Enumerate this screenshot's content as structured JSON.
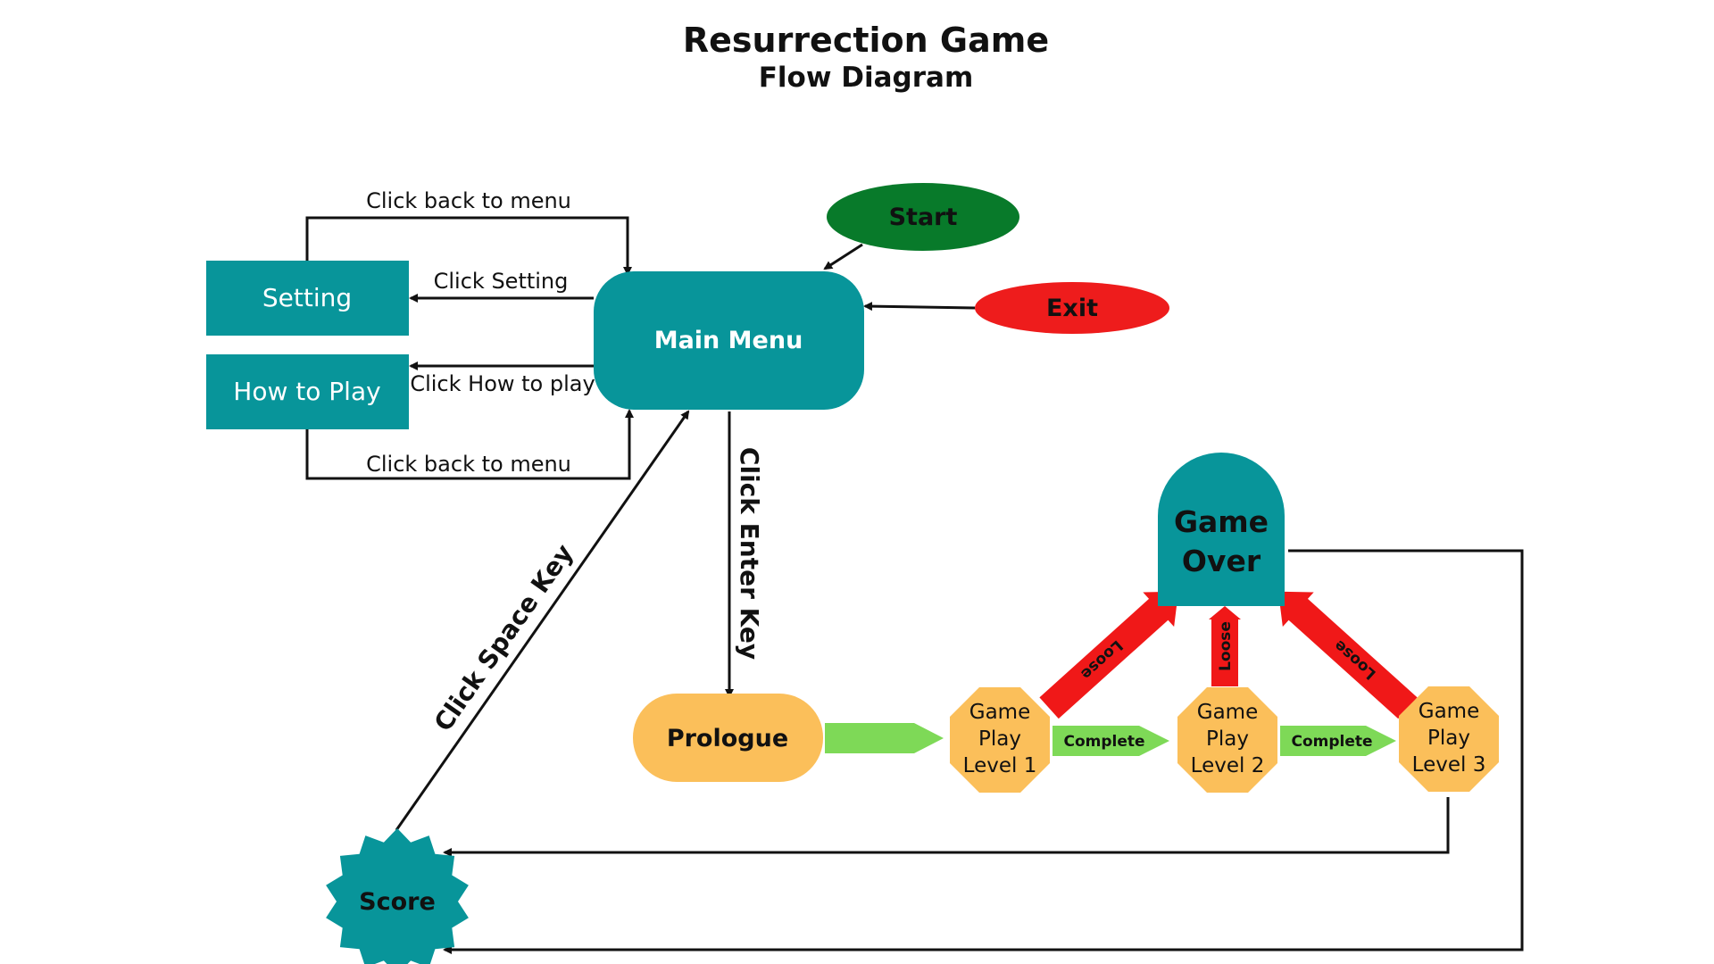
{
  "title": "Resurrection Game",
  "subtitle": "Flow Diagram",
  "colors": {
    "teal": "#08959A",
    "start_green": "#087A2A",
    "exit_red": "#EE1C1C",
    "orange": "#FBBF5A",
    "arrow_green": "#7ED957",
    "lose_red": "#F01818"
  },
  "nodes": {
    "start": "Start",
    "exit": "Exit",
    "main_menu": "Main Menu",
    "setting": "Setting",
    "how_to_play": "How to Play",
    "prologue": "Prologue",
    "game_over_line1": "Game",
    "game_over_line2": "Over",
    "score": "Score",
    "level1": [
      "Game",
      "Play",
      "Level 1"
    ],
    "level2": [
      "Game",
      "Play",
      "Level 2"
    ],
    "level3": [
      "Game",
      "Play",
      "Level 3"
    ]
  },
  "edges": {
    "back_to_menu_top": "Click back to menu",
    "click_setting": "Click Setting",
    "click_how_to_play": "Click How to play",
    "back_to_menu_bottom": "Click back to menu",
    "click_enter_key": "Click Enter Key",
    "click_space_key": "Click Space Key",
    "complete_1": "Complete",
    "complete_2": "Complete",
    "loose_1": "Loose",
    "loose_2": "Loose",
    "loose_3": "Loose"
  }
}
